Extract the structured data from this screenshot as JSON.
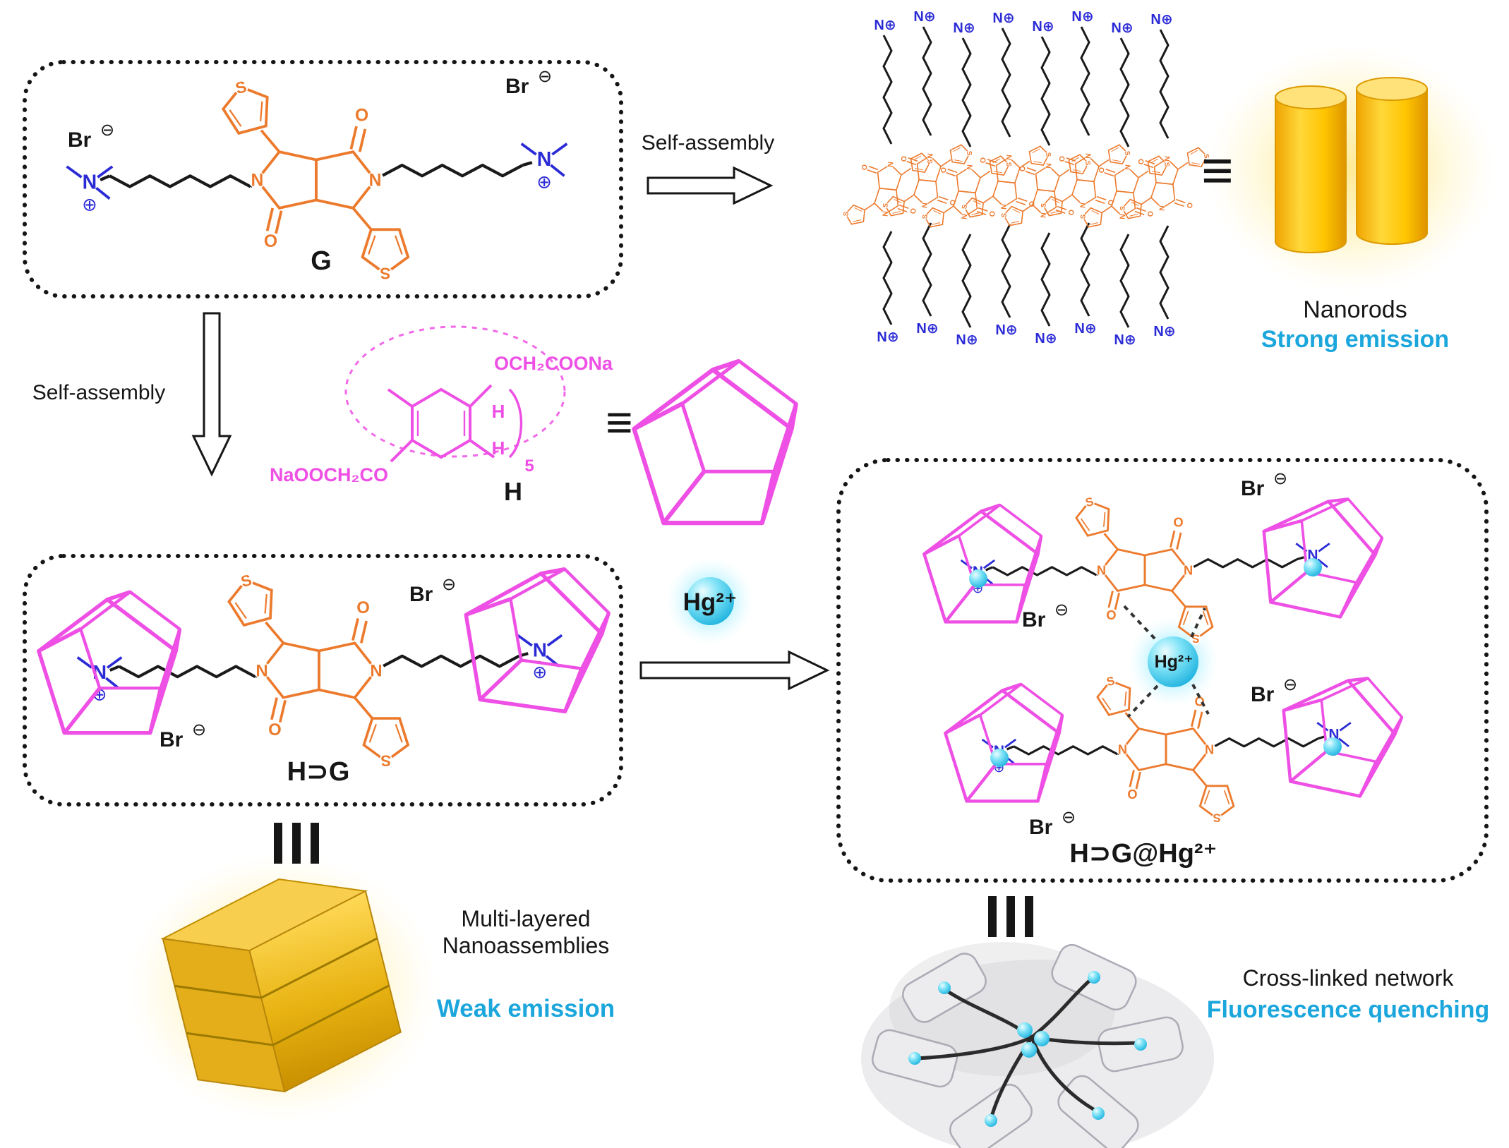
{
  "colors": {
    "dpp_orange": "#EC7A2D",
    "chain_black": "#1a1a1a",
    "ammonium_blue": "#2B2BD6",
    "host_magenta": "#EE4FE4",
    "hg_cyan": "#35C8EE",
    "emission_text_cyan": "#1BA6DC",
    "nanorod_yellow": "#FFC61A"
  },
  "atoms": {
    "N": "N",
    "S": "S",
    "O": "O",
    "Br": "Br",
    "minus": "⊖",
    "plus": "⊕",
    "N_plus": "N⊕"
  },
  "labels": {
    "g": "G",
    "h": "H",
    "h_g": "H⊃G",
    "hg_ion": "Hg²⁺",
    "h_g_hg": "H⊃G@Hg²⁺",
    "equiv": "≡"
  },
  "arrows": {
    "top": "Self-assembly",
    "left": "Self-assembly"
  },
  "host": {
    "top_substituent": "OCH₂COONa",
    "bottom_substituent": "NaOOCH₂CO",
    "repeat_count": "5",
    "ch_label": "H"
  },
  "outcomes": {
    "nanorods": {
      "title": "Nanorods",
      "emission": "Strong emission"
    },
    "multilayer": {
      "title_line1": "Multi-layered",
      "title_line2": "Nanoassemblies",
      "emission": "Weak emission"
    },
    "network": {
      "title": "Cross-linked network",
      "emission": "Fluorescence quenching"
    }
  }
}
